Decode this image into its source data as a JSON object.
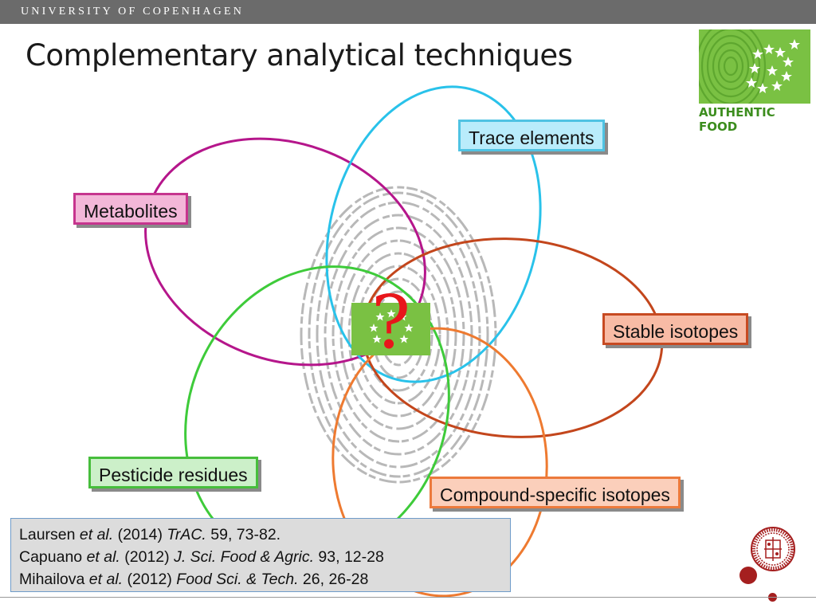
{
  "header": {
    "university": "UNIVERSITY OF COPENHAGEN"
  },
  "slide": {
    "title": "Complementary analytical techniques"
  },
  "logo": {
    "caption": "AUTHENTIC FOOD",
    "icon": "eu-organic-leaf-logo",
    "color": "#7ac143"
  },
  "diagram": {
    "center_symbol": "?",
    "center_icon": "eu-organic-leaf-logo",
    "background_icon": "fingerprint-icon",
    "techniques": [
      {
        "label": "Trace elements",
        "color": "#29c2ea"
      },
      {
        "label": "Metabolites",
        "color": "#b5168b"
      },
      {
        "label": "Stable isotopes",
        "color": "#c3461c"
      },
      {
        "label": "Pesticide residues",
        "color": "#3ecb3a"
      },
      {
        "label": "Compound-specific isotopes",
        "color": "#ee7a30"
      }
    ]
  },
  "references": [
    {
      "author": "Laursen",
      "etal": "et al.",
      "year": "(2014)",
      "journal": "TrAC.",
      "rest": "59, 73-82."
    },
    {
      "author": "Capuano",
      "etal": "et al.",
      "year": "(2012)",
      "journal": "J. Sci. Food & Agric.",
      "rest": "93, 12-28"
    },
    {
      "author": "Mihailova",
      "etal": "et al.",
      "year": "(2012)",
      "journal": "Food Sci. & Tech.",
      "rest": "26, 26-28"
    }
  ],
  "footer": {
    "seal_icon": "university-seal-icon",
    "accent_color": "#a51f1f"
  }
}
